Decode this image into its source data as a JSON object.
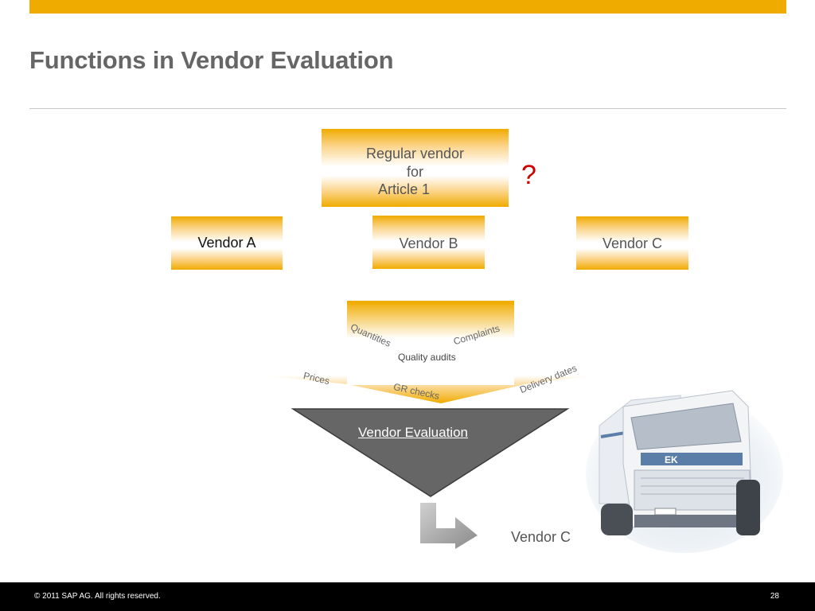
{
  "slide": {
    "title": "Functions in Vendor Evaluation",
    "accent_color": "#f0ab00",
    "question_color": "#cc0000"
  },
  "regular_vendor": {
    "line1": "Regular vendor",
    "line2": "for",
    "line3": "Article 1",
    "question_mark": "?"
  },
  "vendors": {
    "a": "Vendor A",
    "b": "Vendor B",
    "c": "Vendor C"
  },
  "criteria": {
    "quantities": "Quantities",
    "complaints": "Complaints",
    "quality_audits": "Quality audits",
    "prices": "Prices",
    "gr_checks": "GR checks",
    "delivery_dates": "Delivery dates"
  },
  "evaluation": {
    "label": "Vendor Evaluation",
    "result": "Vendor C"
  },
  "footer": {
    "copyright": "©  2011 SAP AG. All rights reserved.",
    "page_number": "28"
  }
}
